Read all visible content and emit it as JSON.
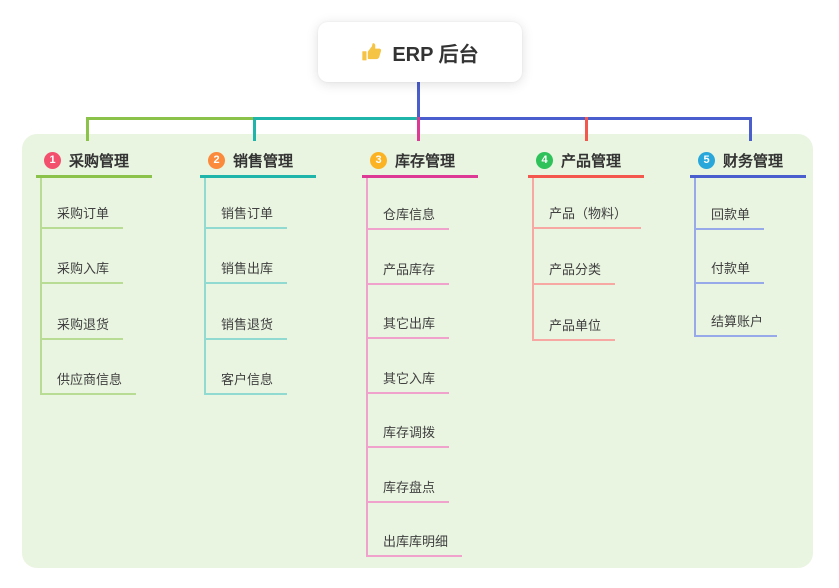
{
  "root": {
    "title": "ERP 后台",
    "icon": "thumbs-up"
  },
  "colors": {
    "page_bg": "#ffffff",
    "panel_bg": "#e9f5e1",
    "root_node_bg": "#ffffff",
    "root_text": "#333333",
    "branch_text": "#333333",
    "child_text": "#404040",
    "root_line": "#4a5ecd",
    "thumb_icon": "#f6c445"
  },
  "branches": [
    {
      "index": "1",
      "label": "采购管理",
      "badge_color": "#f3506e",
      "line_color": "#8ac24a",
      "child_line_color": "#b9dc94",
      "children": [
        "采购订单",
        "采购入库",
        "采购退货",
        "供应商信息"
      ]
    },
    {
      "index": "2",
      "label": "销售管理",
      "badge_color": "#fb8a3c",
      "line_color": "#1fb5aa",
      "child_line_color": "#90dad2",
      "children": [
        "销售订单",
        "销售出库",
        "销售退货",
        "客户信息"
      ]
    },
    {
      "index": "3",
      "label": "库存管理",
      "badge_color": "#fbb324",
      "line_color": "#dd3a96",
      "child_line_color": "#f0a2cc",
      "children": [
        "仓库信息",
        "产品库存",
        "其它出库",
        "其它入库",
        "库存调拨",
        "库存盘点",
        "出库库明细"
      ]
    },
    {
      "index": "4",
      "label": "产品管理",
      "badge_color": "#2fc25b",
      "line_color": "#f4574d",
      "child_line_color": "#f8a8a2",
      "children": [
        "产品（物料）",
        "产品分类",
        "产品单位"
      ]
    },
    {
      "index": "5",
      "label": "财务管理",
      "badge_color": "#2aa7da",
      "line_color": "#4a5ecd",
      "child_line_color": "#97a9e8",
      "children": [
        "回款单",
        "付款单",
        "结算账户"
      ]
    }
  ]
}
